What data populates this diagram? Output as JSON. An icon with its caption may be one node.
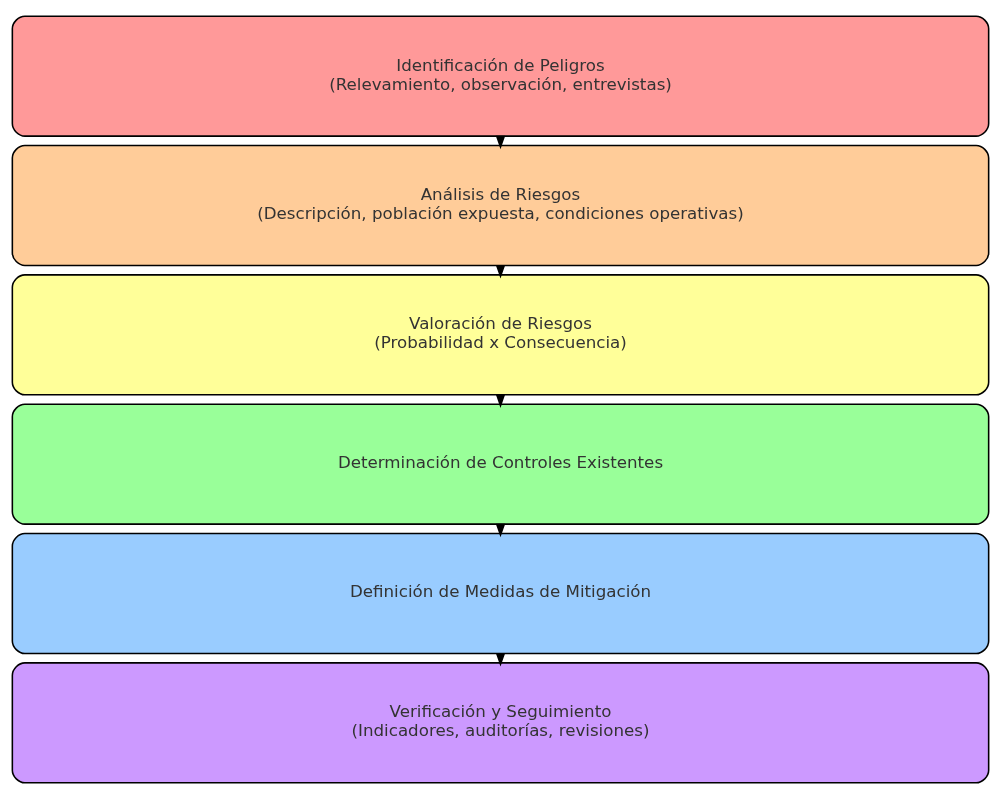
{
  "diagram": {
    "nodes": [
      {
        "text": [
          "Identificación de Peligros",
          "(Relevamiento, observación, entrevistas)"
        ]
      },
      {
        "text": [
          "Análisis de Riesgos",
          "(Descripción, población expuesta, condiciones operativas)"
        ]
      },
      {
        "text": [
          "Valoración de Riesgos",
          "(Probabilidad x Consecuencia)"
        ]
      },
      {
        "text": [
          "Determinación de Controles Existentes"
        ]
      },
      {
        "text": [
          "Definición de Medidas de Mitigación"
        ]
      },
      {
        "text": [
          "Verificación y Seguimiento",
          "(Indicadores, auditorías, revisiones)"
        ]
      }
    ],
    "edges": [
      {
        "from": 0,
        "to": 1,
        "arrow": "to"
      },
      {
        "from": 1,
        "to": 2,
        "arrow": "to"
      },
      {
        "from": 2,
        "to": 3,
        "arrow": "to"
      },
      {
        "from": 3,
        "to": 4,
        "arrow": "to"
      },
      {
        "from": 4,
        "to": 5,
        "arrow": "to"
      }
    ]
  }
}
